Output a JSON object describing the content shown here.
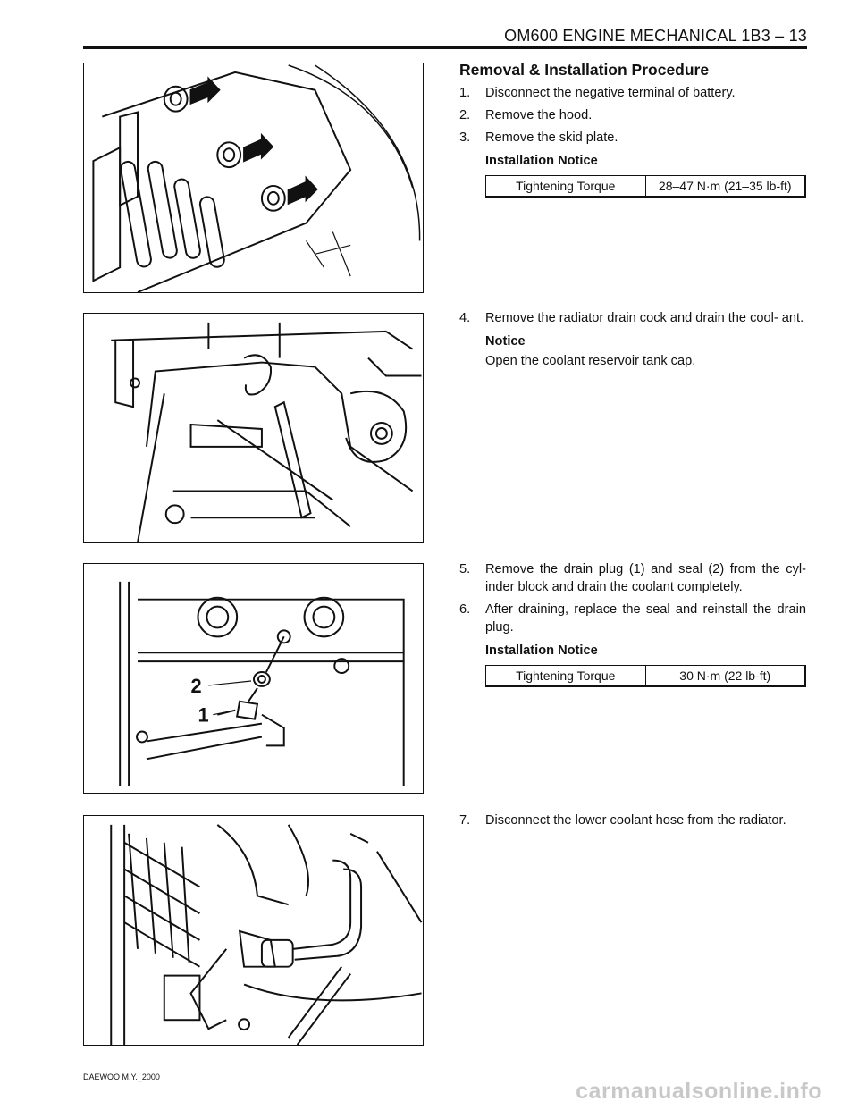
{
  "header": {
    "title": "OM600 ENGINE MECHANICAL  1B3 – 13"
  },
  "section": {
    "title": "Removal & Installation Procedure"
  },
  "steps_a": [
    {
      "num": "1.",
      "text": "Disconnect the negative terminal of battery."
    },
    {
      "num": "2.",
      "text": "Remove the hood."
    },
    {
      "num": "3.",
      "text": "Remove the skid plate."
    }
  ],
  "notice_a": {
    "title": "Installation Notice",
    "label": "Tightening Torque",
    "value": "28–47 N·m (21–35 lb-ft)"
  },
  "steps_b": [
    {
      "num": "4.",
      "text": "Remove the radiator drain cock and drain the cool- ant."
    }
  ],
  "notice_b": {
    "title": "Notice",
    "text": "Open the coolant reservoir tank cap."
  },
  "steps_c": [
    {
      "num": "5.",
      "text": "Remove the drain plug (1) and seal (2) from the cyl- inder block and drain the coolant completely."
    },
    {
      "num": "6.",
      "text": "After draining, replace the seal and reinstall the drain plug."
    }
  ],
  "notice_c": {
    "title": "Installation Notice",
    "label": "Tightening Torque",
    "value": "30 N·m (22 lb-ft)"
  },
  "steps_d": [
    {
      "num": "7.",
      "text": "Disconnect the lower coolant hose from the radiator."
    }
  ],
  "figure3": {
    "callout_1": "1",
    "callout_2": "2"
  },
  "footer": {
    "text": "DAEWOO M.Y._2000"
  },
  "watermark": {
    "text": "carmanualsonline.info"
  }
}
